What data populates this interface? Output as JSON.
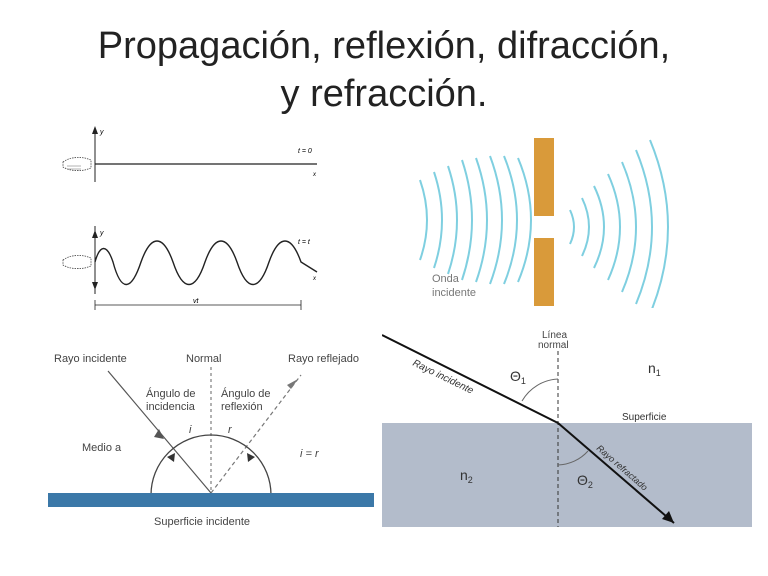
{
  "title": {
    "line1": "Propagación, reflexión, difracción,",
    "line2": "y refracción."
  },
  "wave": {
    "y_label": "y",
    "x_label": "x",
    "t0_label": "t = 0",
    "tt_label": "t = t",
    "vt_label": "vt"
  },
  "diffraction": {
    "caption_line1": "Onda",
    "caption_line2": "incidente"
  },
  "reflection": {
    "incident_ray": "Rayo incidente",
    "normal": "Normal",
    "reflected_ray": "Rayo reflejado",
    "angle_incidence_line1": "Ángulo de",
    "angle_incidence_line2": "incidencia",
    "angle_reflection_line1": "Ángulo de",
    "angle_reflection_line2": "reflexión",
    "i_symbol": "i",
    "r_symbol": "r",
    "equality": "i = r",
    "medium": "Medio a",
    "surface": "Superficie incidente"
  },
  "refraction": {
    "normal_line1": "Línea",
    "normal_line2": "normal",
    "incident_ray": "Rayo incidente",
    "theta1": "Θ",
    "theta1_sub": "1",
    "n1": "n",
    "n1_sub": "1",
    "surface": "Superficie",
    "n2": "n",
    "n2_sub": "2",
    "theta2": "Θ",
    "theta2_sub": "2",
    "refracted_ray": "Rayo refractado",
    "colors": {
      "medium2": "#b3bccb",
      "arrow": "#111111"
    }
  }
}
